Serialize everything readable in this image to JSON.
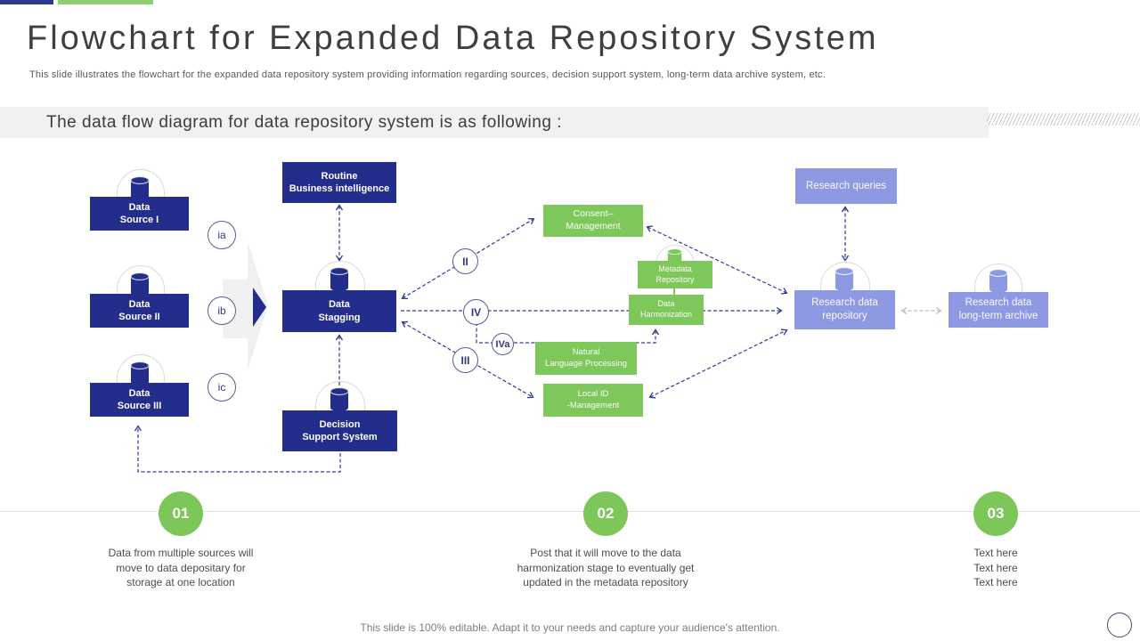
{
  "slide": {
    "title": "Flowchart for Expanded Data Repository System",
    "subtitle": "This slide illustrates the flowchart for the expanded data repository system providing information regarding sources, decision support system, long-term data archive system, etc.",
    "banner": "The data flow diagram for data repository system is as following :",
    "footer": "This slide is 100% editable. Adapt it to your needs and capture your audience's attention."
  },
  "colors": {
    "navy": "#232e8c",
    "green": "#7ec75a",
    "light_green_bar": "#90cd70",
    "purple": "#8e99e3",
    "banner_bg": "#f1f1f1",
    "connector": "#2e3a8e"
  },
  "nodes": {
    "data_source_1": "Data\nSource I",
    "data_source_2": "Data\nSource II",
    "data_source_3": "Data\nSource III",
    "routine_bi": "Routine\nBusiness intelligence",
    "data_stagging": "Data\nStagging",
    "decision_support": "Decision\nSupport System",
    "consent": "Consent–\nManagement",
    "metadata": "Metadata\nRepository",
    "harmonization": "Data\nHarmonization",
    "nlp": "Natural\nLanguage  Processing",
    "local_id": "Local ID\n-Management",
    "research_queries": "Research queries",
    "research_repo": "Research data\nrepository",
    "research_archive": "Research data\nlong-term archive"
  },
  "markers": {
    "ia": "ia",
    "ib": "ib",
    "ic": "ic",
    "r2": "II",
    "r4": "IV",
    "r4a": "IVa",
    "r3": "III"
  },
  "steps": [
    {
      "num": "01",
      "text": "Data from multiple sources will\nmove to data depositary for\nstorage at one location"
    },
    {
      "num": "02",
      "text": "Post that it will move  to the data\nharmonization  stage to eventually  get\nupdated in the metadata repository"
    },
    {
      "num": "03",
      "text": "Text here\nText here\nText here"
    }
  ]
}
